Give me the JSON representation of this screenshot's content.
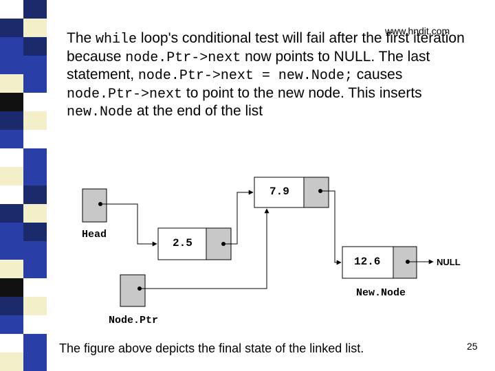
{
  "watermark": "www.hndit.com",
  "text": {
    "p1a": "The ",
    "p1b": "while",
    "p1c": " loop's conditional test will fail after the first iteration because ",
    "p1d": "node.Ptr->next",
    "p1e": " now points to NULL. The last statement, ",
    "p1f": "node.Ptr->next = new.Node;",
    "p1g": " causes ",
    "p1h": "node.Ptr->next",
    "p1i": " to point to the new node. This inserts ",
    "p1j": "new.Node",
    "p1k": " at the end of the list"
  },
  "diagram": {
    "node1_value": "2.5",
    "node2_value": "7.9",
    "node3_value": "12.6",
    "head_label": "Head",
    "nodeptr_label": "Node.Ptr",
    "newnode_label": "New.Node",
    "null_label": "NULL"
  },
  "caption": "The figure above depicts the final state of the linked list.",
  "page_number": "25",
  "colors": {
    "stripe_blue": "#2a3ea8",
    "stripe_navy": "#1b2a6b",
    "stripe_cream": "#f3efc8",
    "stripe_white": "#ffffff",
    "stripe_black": "#111111",
    "box_gray": "#c8c8c8"
  }
}
